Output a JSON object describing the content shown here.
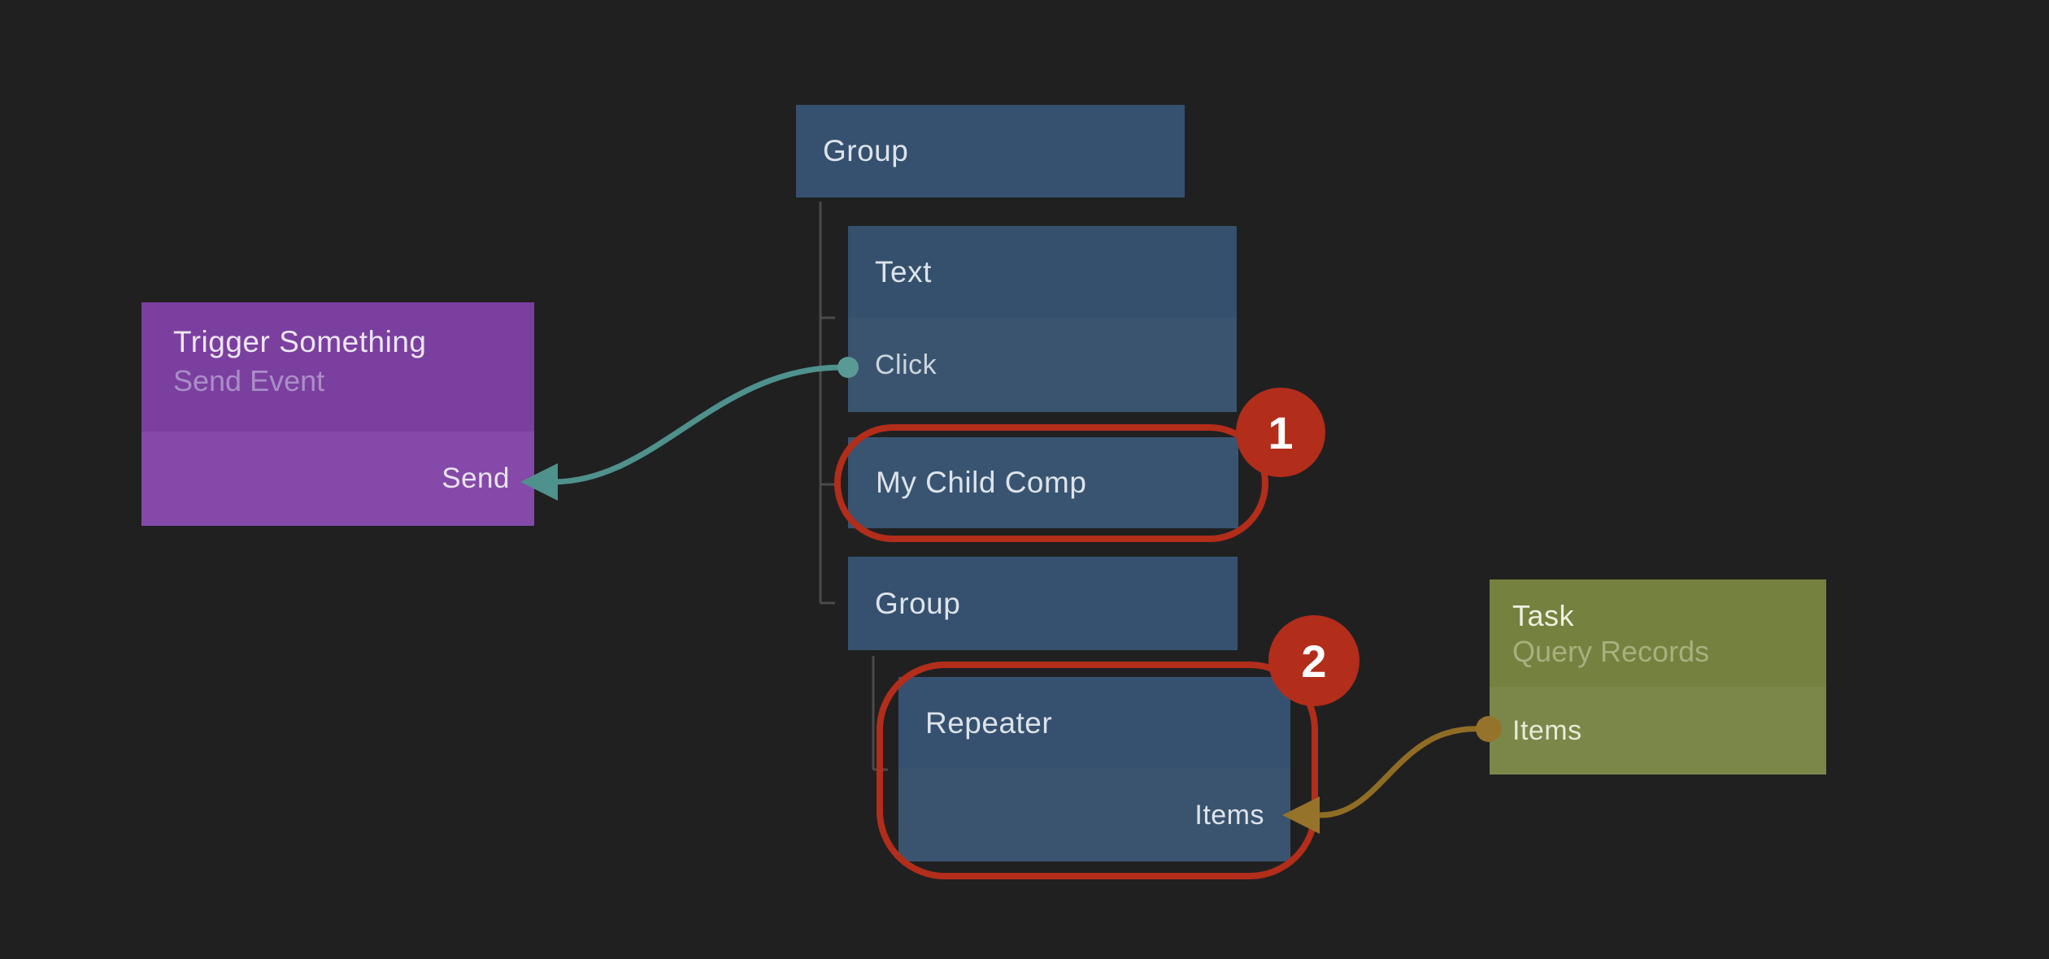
{
  "app": {
    "type": "node-graph-editor"
  },
  "nodes": {
    "group1": {
      "title": "Group"
    },
    "text": {
      "title": "Text",
      "port": "Click"
    },
    "my_child_comp": {
      "title": "My Child Comp"
    },
    "group2": {
      "title": "Group"
    },
    "repeater": {
      "title": "Repeater",
      "port": "Items"
    },
    "trigger": {
      "title": "Trigger Something",
      "subtitle": "Send Event",
      "port": "Send"
    },
    "task": {
      "title": "Task",
      "subtitle": "Query Records",
      "port": "Items"
    }
  },
  "annotations": {
    "badge_1": "1",
    "badge_2": "2"
  },
  "colors": {
    "background": "#202021",
    "node_blue_header": "#34506c",
    "node_blue_body": "#3a5470",
    "node_purple_header": "#7b3fa0",
    "node_purple_body": "#8549a9",
    "node_olive_header": "#75813f",
    "node_olive_body": "#7b8749",
    "connection_teal": "#4f918c",
    "connection_teal_dot": "#5a9a94",
    "connection_gold": "#8f6d24",
    "connection_gold_dot": "#96732b",
    "annotation_red": "#b22d1a",
    "tree_line": "#4a4a4c"
  }
}
